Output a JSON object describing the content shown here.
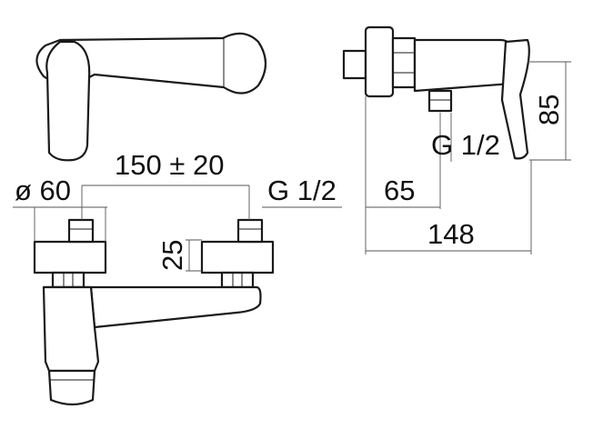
{
  "dimensions": {
    "diameter": "ø 60",
    "center_distance": "150 ± 20",
    "thread_inlet": "G 1/2",
    "eccentric_height": "25",
    "thread_outlet": "G 1/2",
    "wall_offset": "65",
    "total_depth": "148",
    "body_height": "85"
  },
  "colors": {
    "line": "#1a1a1a",
    "dimension_line": "#555555",
    "background": "#ffffff"
  }
}
